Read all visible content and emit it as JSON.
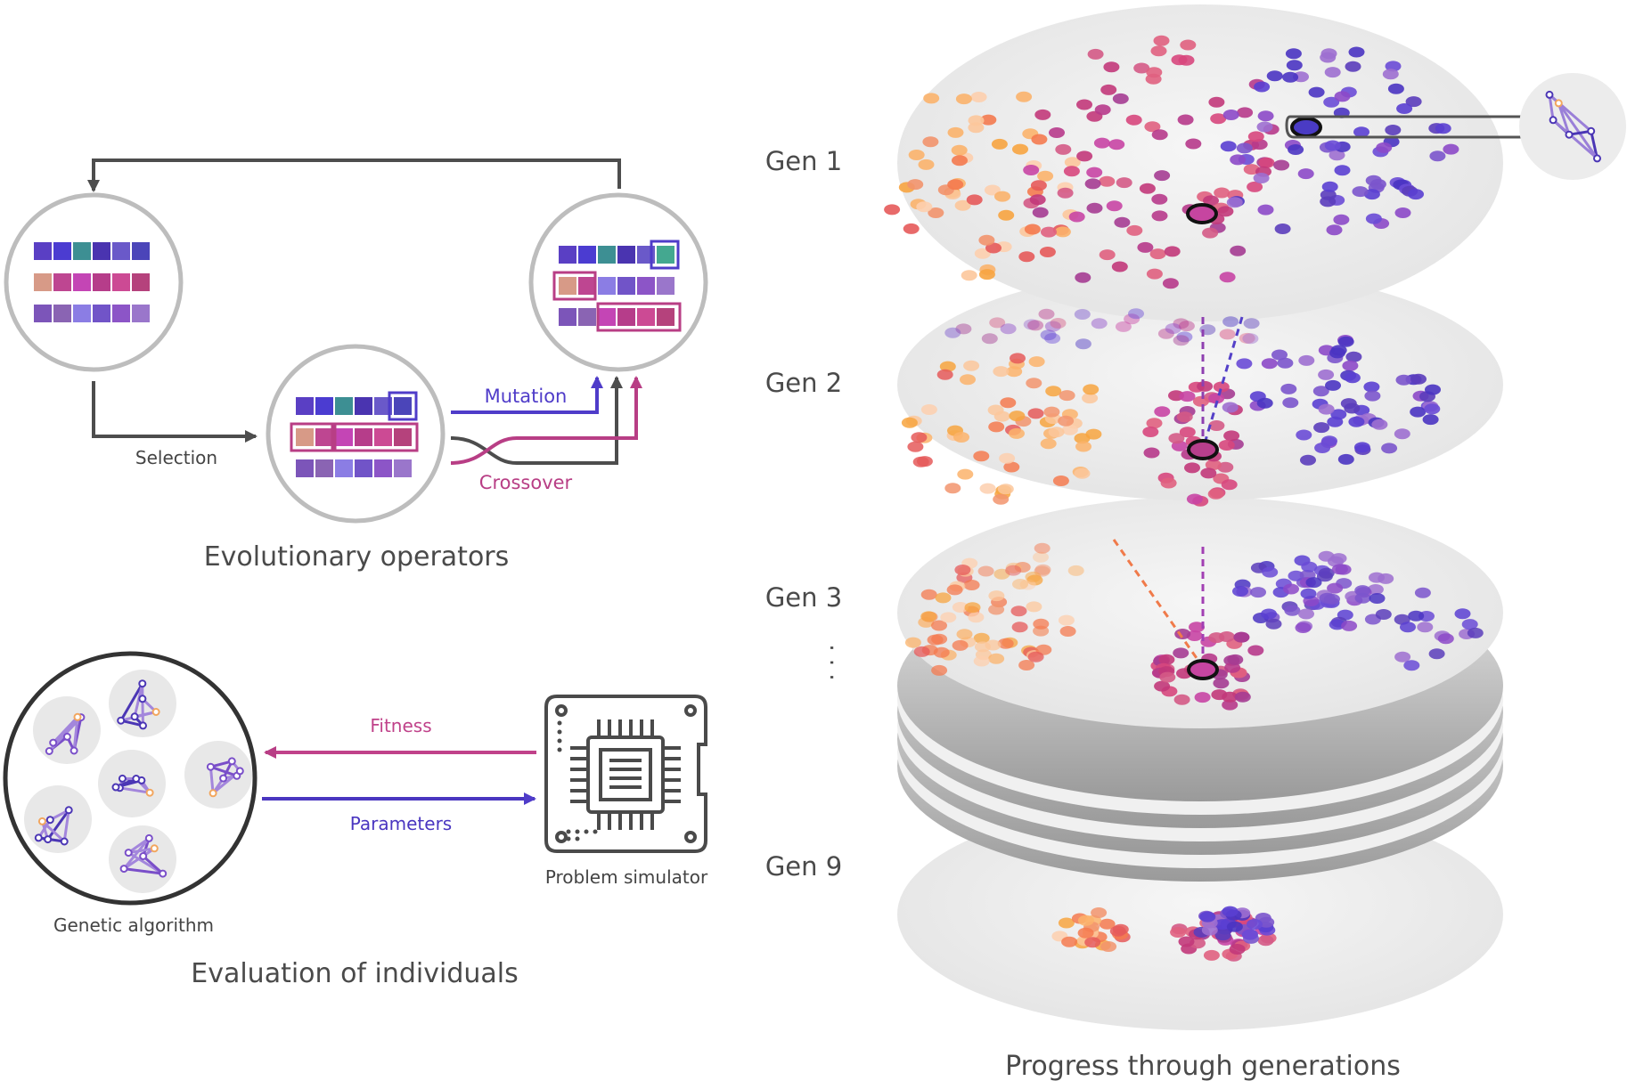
{
  "labels": {
    "evolutionary_operators": "Evolutionary operators",
    "selection": "Selection",
    "mutation": "Mutation",
    "crossover": "Crossover",
    "fitness": "Fitness",
    "parameters": "Parameters",
    "genetic_algorithm": "Genetic algorithm",
    "problem_simulator": "Problem simulator",
    "evaluation_of_individuals": "Evaluation of individuals",
    "progress_through_generations": "Progress through generations",
    "ellipsis": ". . ."
  },
  "generations": [
    "Gen 1",
    "Gen 2",
    "Gen 3",
    "Gen 9"
  ],
  "colors": {
    "arrow_gray": "#4d4d4d",
    "mutation": "#4f3cc9",
    "crossover": "#b83e85",
    "fitness": "#c0428a",
    "parameters": "#4a36c0",
    "circle_stroke": "#bdbdbd",
    "disk": "#ececec"
  },
  "genomes": {
    "panel1": [
      [
        "#5a3fc4",
        "#4b3cd1",
        "#3d8f93",
        "#4a34b0",
        "#6a59c9",
        "#4b45b9"
      ],
      [
        "#d79a87",
        "#be4691",
        "#c445b5",
        "#b63d8a",
        "#cc4a94",
        "#b5427c"
      ],
      [
        "#7c55b9",
        "#8a64b3",
        "#8b7de4",
        "#7154c8",
        "#8c55c7",
        "#9a76cb"
      ]
    ],
    "panel2": [
      [
        "#5a3fc4",
        "#4b3cd1",
        "#3d8f93",
        "#4a34b0",
        "#6a59c9",
        "#4b45b9"
      ],
      [
        "#d79a87",
        "#be4691",
        "#c445b5",
        "#b63d8a",
        "#cc4a94",
        "#b5427c"
      ],
      [
        "#7c55b9",
        "#8a64b3",
        "#8b7de4",
        "#7154c8",
        "#8c55c7",
        "#9a76cb"
      ]
    ],
    "panel3": [
      [
        "#5a3fc4",
        "#4b3cd1",
        "#3d8f93",
        "#4a34b0",
        "#6a59c9",
        "#44a890"
      ],
      [
        "#d79a87",
        "#be4691",
        "#8b7de4",
        "#7154c8",
        "#8c55c7",
        "#9a76cb"
      ],
      [
        "#7c55b9",
        "#8a64b3",
        "#c445b5",
        "#b63d8a",
        "#cc4a94",
        "#b5427c"
      ]
    ]
  }
}
